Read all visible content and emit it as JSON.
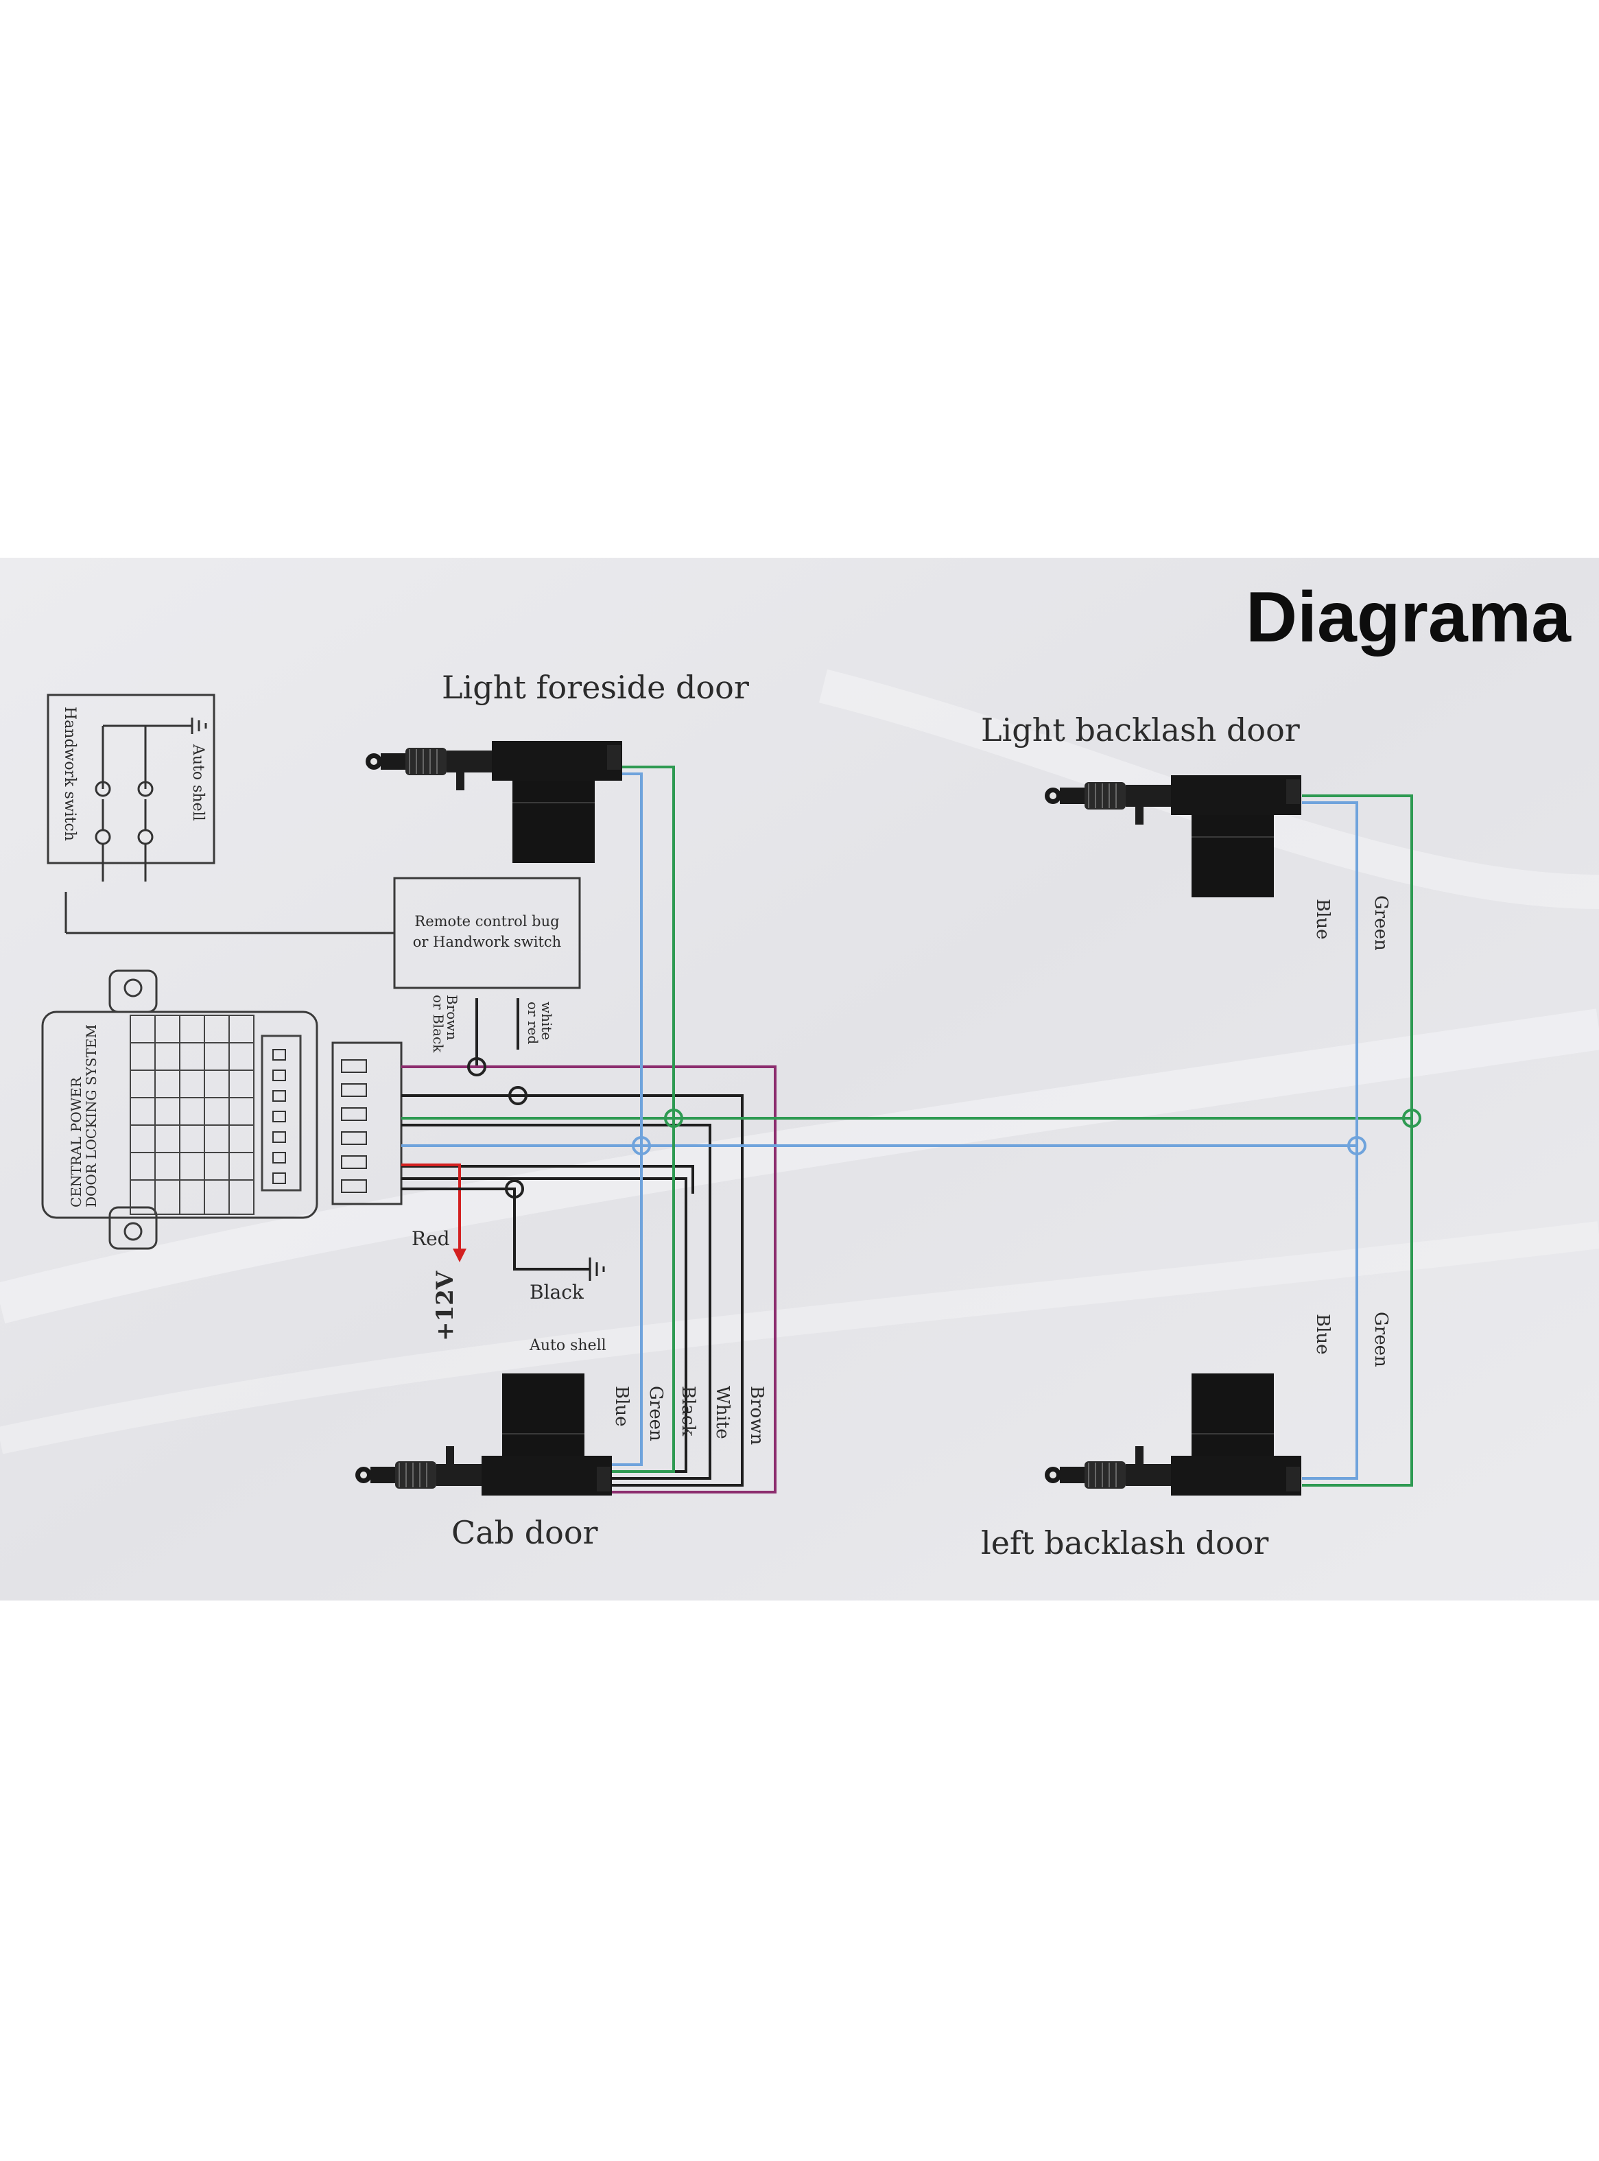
{
  "title": "Diagrama",
  "doors": {
    "light_foreside": "Light foreside door",
    "light_backlash": "Light backlash door",
    "cab": "Cab door",
    "left_backlash": "left backlash door"
  },
  "modules": {
    "handwork_switch": "Handwork switch",
    "auto_shell_top": "Auto shell",
    "remote_line1": "Remote control bug",
    "remote_line2": "or Handwork switch",
    "central_line1": "CENTRAL POWER",
    "central_line2": "DOOR LOCKING SYSTEM"
  },
  "wire_labels": {
    "brown_or_black_1": "Brown",
    "brown_or_black_2": "or Black",
    "white_or_red_1": "white",
    "white_or_red_2": "or red",
    "red": "Red",
    "plus12v": "+12V",
    "black": "Black",
    "auto_shell": "Auto shell",
    "cab_blue": "Blue",
    "cab_green": "Green",
    "cab_black": "Black",
    "cab_white": "White",
    "cab_brown": "Brown",
    "rb_blue_top": "Blue",
    "rb_green_top": "Green",
    "rb_blue_bottom": "Blue",
    "rb_green_bottom": "Green"
  },
  "colors": {
    "blue": "#6fa3dc",
    "green": "#2e9a52",
    "black": "#1e1e1e",
    "purple": "#8c2d6e",
    "red": "#d32020",
    "panel": "#e7e7ea"
  }
}
